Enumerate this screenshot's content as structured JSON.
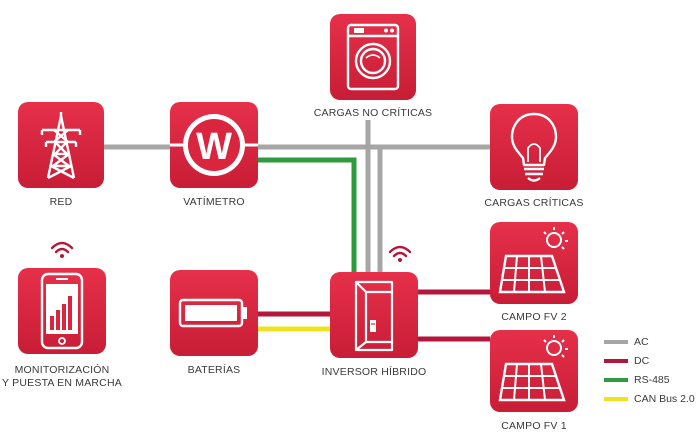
{
  "nodes": {
    "red": {
      "label": "RED"
    },
    "vatimetro": {
      "label": "VATÍMETRO",
      "icon_letter": "W"
    },
    "cargas_no_criticas": {
      "label": "CARGAS NO CRÍTICAS"
    },
    "cargas_criticas": {
      "label": "CARGAS CRÍTICAS"
    },
    "monitorizacion": {
      "label": "MONITORIZACIÓN\nY PUESTA EN MARCHA"
    },
    "baterias": {
      "label": "BATERÍAS"
    },
    "inversor": {
      "label": "INVERSOR HÍBRIDO"
    },
    "campo_fv2": {
      "label": "CAMPO FV 2"
    },
    "campo_fv1": {
      "label": "CAMPO FV 1"
    }
  },
  "legend": [
    {
      "label": "AC",
      "color": "#a6a6a6"
    },
    {
      "label": "DC",
      "color": "#b3173b"
    },
    {
      "label": "RS-485",
      "color": "#2e9b3e"
    },
    {
      "label": "CAN Bus 2.0",
      "color": "#efe31f"
    }
  ],
  "colors": {
    "tile": "#d9263e",
    "tile_border": "#c41f36",
    "ac": "#a6a6a6",
    "dc": "#b3173b",
    "rs485": "#2e9b3e",
    "can": "#efe31f"
  },
  "icons": [
    "transmission-tower-icon",
    "wattmeter-icon",
    "washing-machine-icon",
    "light-bulb-icon",
    "smartphone-chart-icon",
    "battery-icon",
    "inverter-icon",
    "solar-panel-icon",
    "wifi-icon"
  ]
}
